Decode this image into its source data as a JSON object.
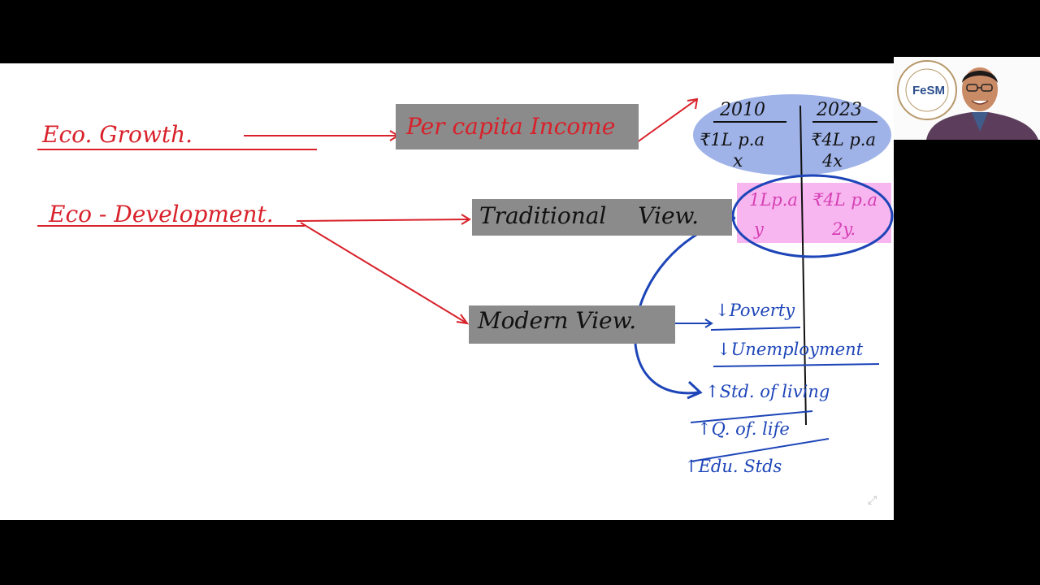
{
  "board": {
    "growth_label": "Eco. Growth.",
    "development_label": "Eco - Development.",
    "per_capita_box": "Per capita Income",
    "traditional_box": "Traditional View.",
    "modern_box": "Modern View."
  },
  "table": {
    "year_2010": "2010",
    "year_2023": "2023",
    "income_2010": "₹1L p.a",
    "income_2023": "₹4L p.a",
    "mark_2010": "x",
    "mark_2023": "4x",
    "trad_2010": "1Lp.a",
    "trad_2010_b": "y",
    "trad_2023": "₹4L p.a",
    "trad_2023_b": "2y."
  },
  "modern_points": [
    "↓Poverty",
    "↓Unemployment",
    "↑Std. of living",
    "↑Q. of. life",
    "↑Edu. Stds"
  ],
  "webcam": {
    "logo_text": "FeSM"
  },
  "colors": {
    "ink_red": "#d8212a",
    "ink_blue": "#1d45b8",
    "ink_black": "#111111",
    "highlight_blue": "#9fb3e8",
    "highlight_pink": "#f7b6ef",
    "box_grey": "#8b8b8b"
  }
}
